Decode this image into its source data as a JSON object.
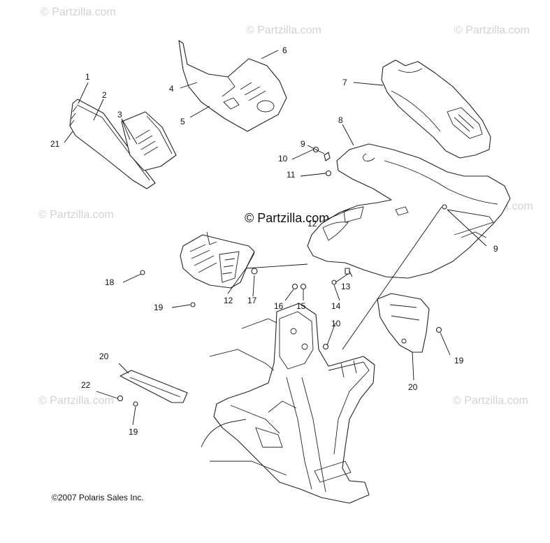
{
  "watermarks": {
    "corner_text": "© Partzilla.com",
    "center_text": "© Partzilla.com"
  },
  "copyright": "©2007 Polaris Sales Inc.",
  "callouts": {
    "c1": "1",
    "c2": "2",
    "c3": "3",
    "c4": "4",
    "c5": "5",
    "c6": "6",
    "c7": "7",
    "c8": "8",
    "c9a": "9",
    "c9b": "9",
    "c10a": "10",
    "c10b": "10",
    "c11": "11",
    "c12a": "12",
    "c12b": "12",
    "c13": "13",
    "c14": "14",
    "c15": "15",
    "c16": "16",
    "c17": "17",
    "c18": "18",
    "c19a": "19",
    "c19b": "19",
    "c19c": "19",
    "c20a": "20",
    "c20b": "20",
    "c21": "21",
    "c22": "22"
  },
  "colors": {
    "line": "#222222",
    "watermark": "#d2d2d2",
    "background": "#ffffff"
  }
}
